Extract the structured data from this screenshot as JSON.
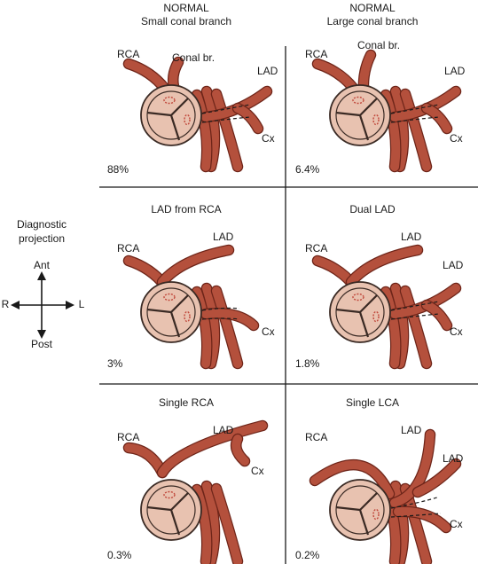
{
  "orientation": {
    "title_line1": "Diagnostic",
    "title_line2": "projection",
    "ant": "Ant",
    "post": "Post",
    "right": "R",
    "left": "L"
  },
  "panels": [
    {
      "id": "normal-small",
      "title1": "NORMAL",
      "title2": "Small conal branch",
      "percent": "88%",
      "labels": {
        "rca": "RCA",
        "conal": "Conal br.",
        "lad": "LAD",
        "cx": "Cx"
      }
    },
    {
      "id": "normal-large",
      "title1": "NORMAL",
      "title2": "Large conal branch",
      "percent": "6.4%",
      "labels": {
        "rca": "RCA",
        "conal": "Conal br.",
        "lad": "LAD",
        "cx": "Cx"
      }
    },
    {
      "id": "lad-from-rca",
      "title1": "LAD from RCA",
      "title2": "",
      "percent": "3%",
      "labels": {
        "rca": "RCA",
        "lad": "LAD",
        "cx": "Cx"
      }
    },
    {
      "id": "dual-lad",
      "title1": "Dual LAD",
      "title2": "",
      "percent": "1.8%",
      "labels": {
        "rca": "RCA",
        "lad": "LAD",
        "lad2": "LAD",
        "cx": "Cx"
      }
    },
    {
      "id": "single-rca",
      "title1": "Single RCA",
      "title2": "",
      "percent": "0.3%",
      "labels": {
        "rca": "RCA",
        "lad": "LAD",
        "cx": "Cx"
      }
    },
    {
      "id": "single-lca",
      "title1": "Single LCA",
      "title2": "",
      "percent": "0.2%",
      "labels": {
        "rca": "RCA",
        "lad": "LAD",
        "lad2": "LAD",
        "cx": "Cx"
      }
    }
  ],
  "colors": {
    "vessel": "#b4503c",
    "vessel_outline": "#6e2519",
    "valve": "#e8c2b0",
    "valve_outline": "#3a2a24",
    "ostium": "#c0473a"
  }
}
